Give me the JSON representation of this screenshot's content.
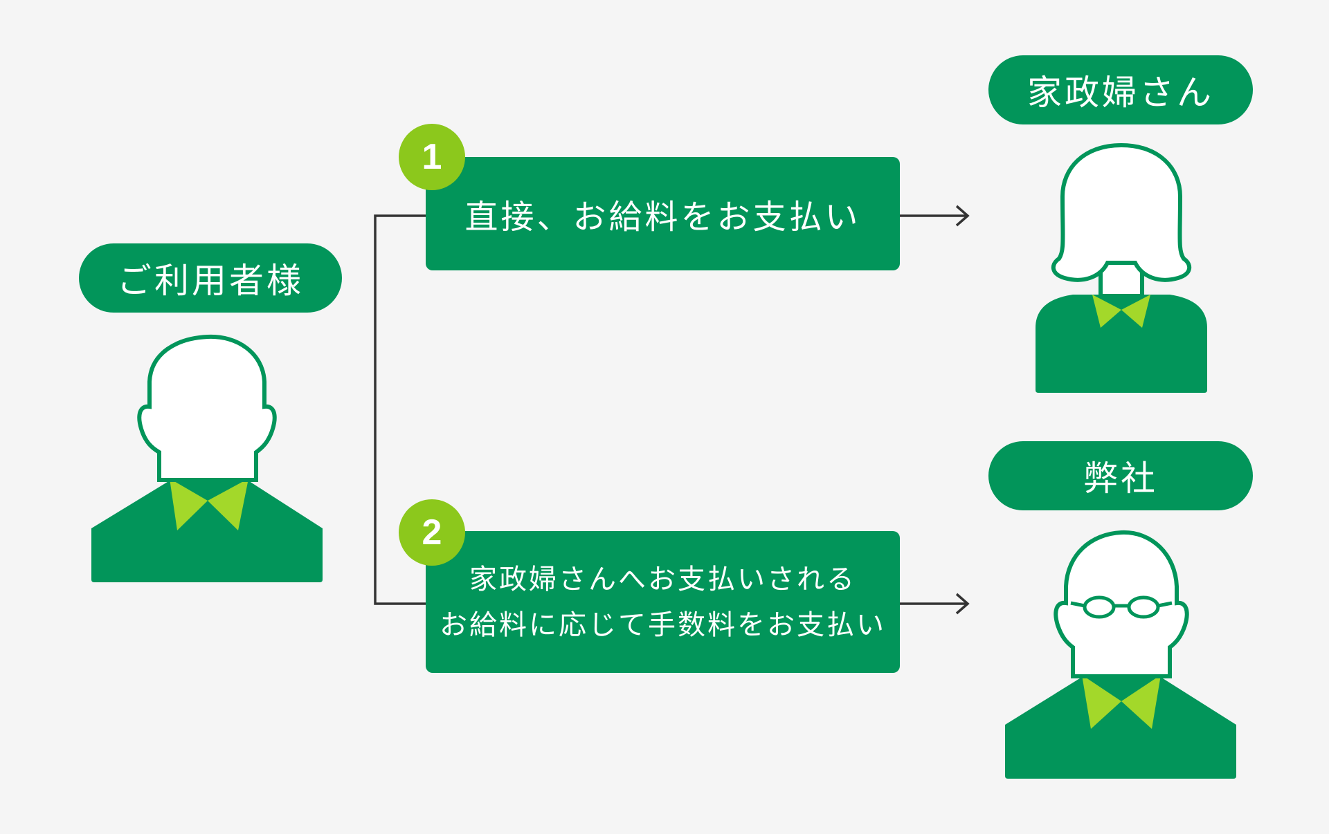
{
  "colors": {
    "background": "#f5f5f5",
    "primary_green": "#02955a",
    "accent_lime": "#8cc81c",
    "collar_lime": "#a3d82a",
    "line": "#333333"
  },
  "customer": {
    "label": "ご利用者様",
    "icon": "customer-person-icon"
  },
  "housekeeper": {
    "label": "家政婦さん",
    "icon": "housekeeper-woman-icon"
  },
  "company": {
    "label": "弊社",
    "icon": "company-person-with-glasses-icon"
  },
  "steps": [
    {
      "number": "1",
      "lines": [
        "直接、お給料をお支払い"
      ]
    },
    {
      "number": "2",
      "lines": [
        "家政婦さんへお支払いされる",
        "お給料に応じて手数料をお支払い"
      ]
    }
  ]
}
